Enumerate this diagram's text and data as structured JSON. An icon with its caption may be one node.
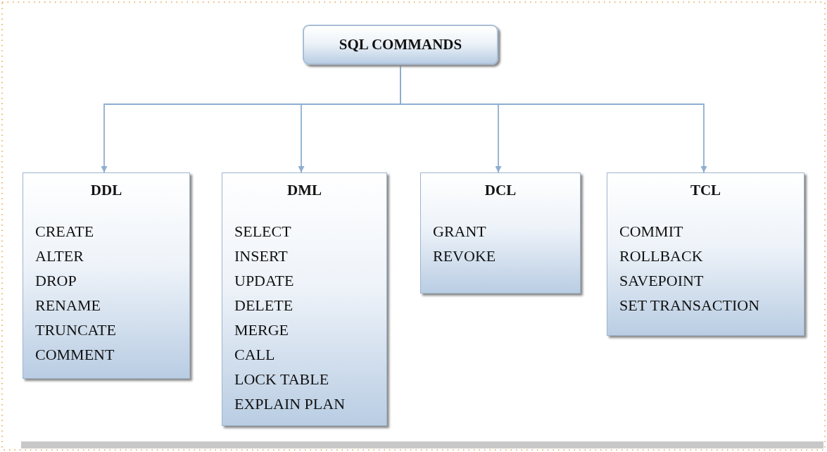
{
  "diagram": {
    "nodes": [
      {
        "text": [
          "SQL COMMANDS"
        ]
      },
      {
        "text": [
          "DDL",
          "CREATE",
          "ALTER",
          "DROP",
          "RENAME",
          "TRUNCATE",
          "COMMENT"
        ]
      },
      {
        "text": [
          "DML",
          "SELECT",
          "INSERT",
          "UPDATE",
          "DELETE",
          "MERGE",
          "CALL",
          "LOCK TABLE",
          "EXPLAIN PLAN"
        ]
      },
      {
        "text": [
          "DCL",
          "GRANT",
          "REVOKE"
        ]
      },
      {
        "text": [
          "TCL",
          "COMMIT",
          "ROLLBACK",
          "SAVEPOINT",
          "SET TRANSACTION"
        ]
      }
    ],
    "edges": [
      {
        "from": 0,
        "to": 1,
        "arrow": "to"
      },
      {
        "from": 0,
        "to": 2,
        "arrow": "to"
      },
      {
        "from": 0,
        "to": 3,
        "arrow": "to"
      },
      {
        "from": 0,
        "to": 4,
        "arrow": "to"
      }
    ]
  }
}
